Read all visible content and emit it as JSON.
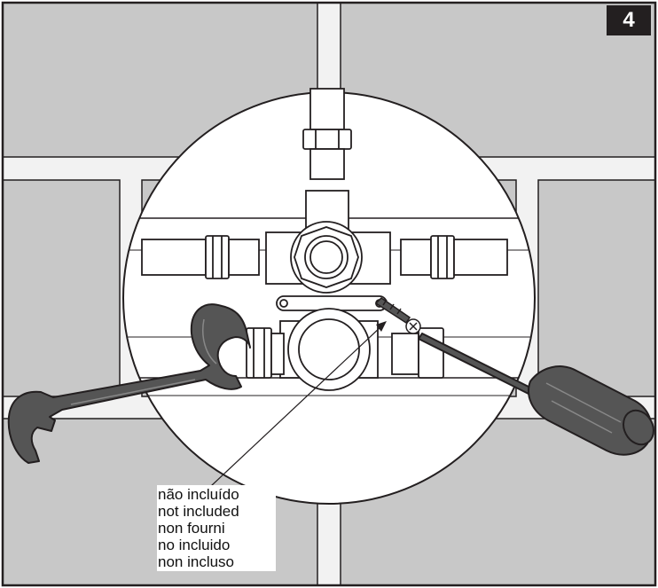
{
  "step": {
    "number": "4"
  },
  "callout": {
    "lines": [
      "não incluído",
      "not included",
      "non fourni",
      "no incluido",
      "non incluso"
    ]
  },
  "colors": {
    "wall_tile": "#c8c8c8",
    "grout": "#f2f2f2",
    "outline": "#231f20",
    "tool_fill": "#555555",
    "badge": "#231f20"
  },
  "icons": {
    "wrench": "wrench-icon",
    "screwdriver": "screwdriver-icon",
    "screw": "screw-icon"
  }
}
